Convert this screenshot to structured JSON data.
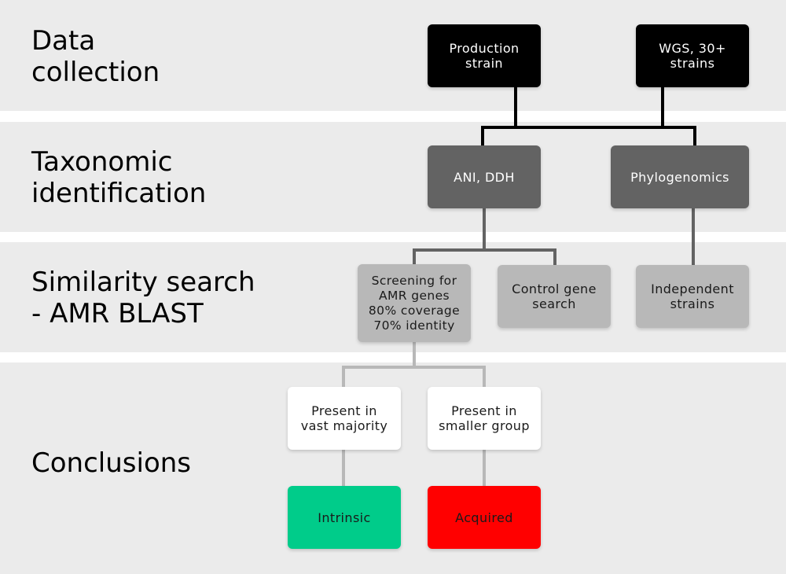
{
  "stages": {
    "data_collection": "Data\ncollection",
    "taxonomic_identification": "Taxonomic\nidentification",
    "similarity_search": "Similarity search\n- AMR BLAST",
    "conclusions": "Conclusions"
  },
  "boxes": {
    "production_strain": "Production\nstrain",
    "wgs_strains": "WGS, 30+\nstrains",
    "ani_ddh": "ANI, DDH",
    "phylogenomics": "Phylogenomics",
    "screening_amr": "Screening for\nAMR genes\n80% coverage\n70% identity",
    "control_gene_search": "Control gene\nsearch",
    "independent_strains": "Independent\nstrains",
    "present_vast_majority": "Present in\nvast majority",
    "present_smaller_group": "Present in\nsmaller group",
    "intrinsic": "Intrinsic",
    "acquired": "Acquired"
  },
  "colors": {
    "band": "#ebebeb",
    "black_box": "#000000",
    "dark_box": "#636363",
    "light_box": "#b8b8b8",
    "white_box": "#ffffff",
    "intrinsic": "#00cc8a",
    "acquired": "#ff0000",
    "connector_black": "#000000",
    "connector_dark": "#636363",
    "connector_light": "#b8b8b8"
  }
}
